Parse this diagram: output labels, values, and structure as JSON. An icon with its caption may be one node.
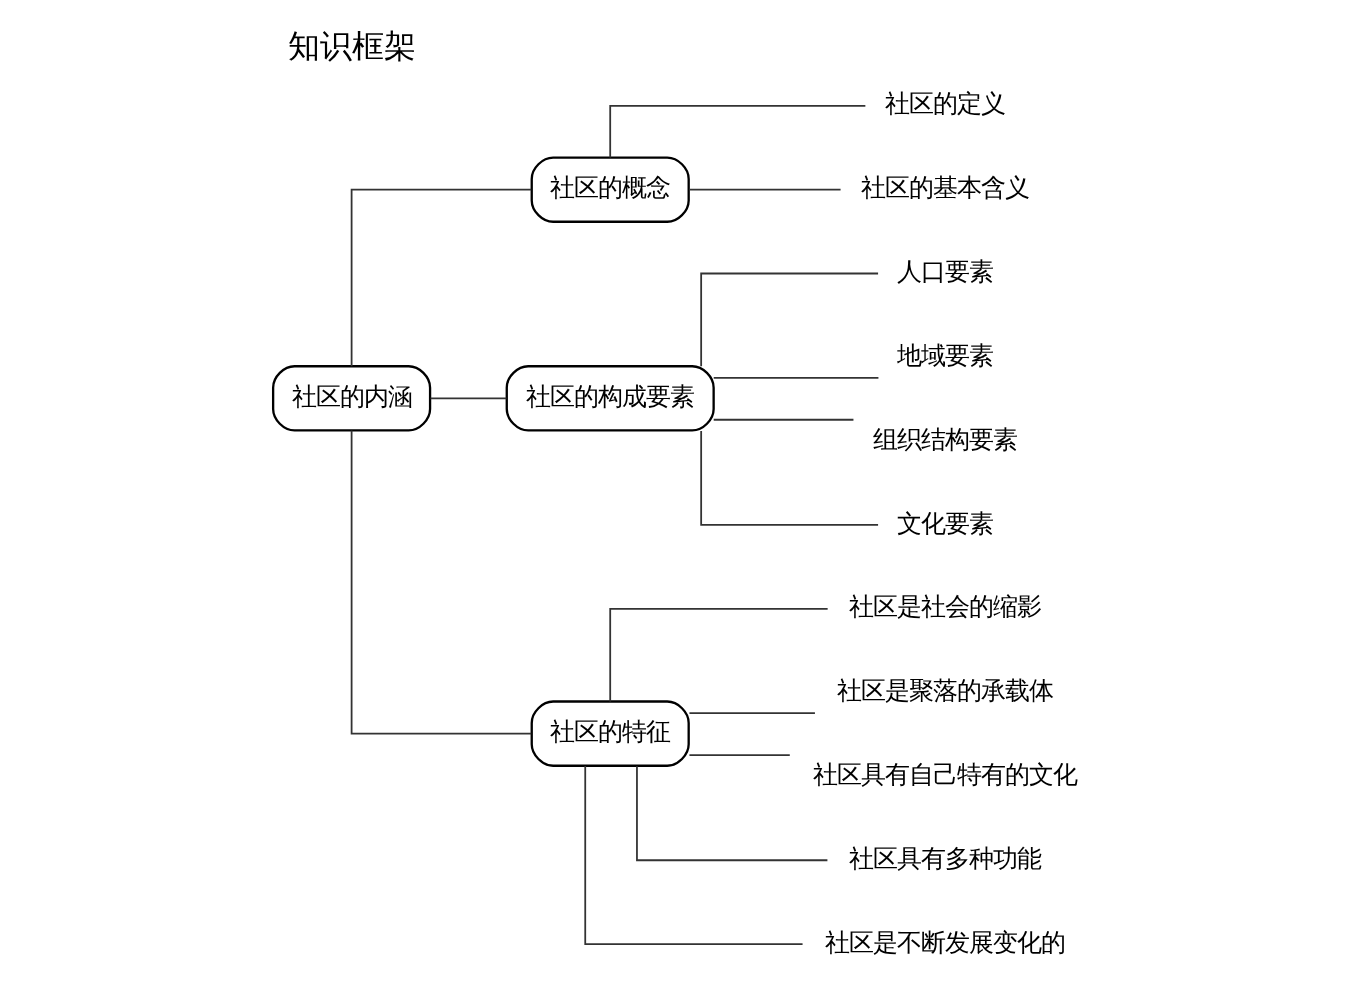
{
  "diagram": {
    "title": "知识框架",
    "nodes": [
      {
        "text": [
          "社区的内涵"
        ]
      },
      {
        "text": [
          "社区的概念"
        ]
      },
      {
        "text": [
          "社区的定义"
        ]
      },
      {
        "text": [
          "社区的基本含义"
        ]
      },
      {
        "text": [
          "社区的构成要素"
        ]
      },
      {
        "text": [
          "人口要素"
        ]
      },
      {
        "text": [
          "地域要素"
        ]
      },
      {
        "text": [
          "组织结构要素"
        ]
      },
      {
        "text": [
          "文化要素"
        ]
      },
      {
        "text": [
          "社区的特征"
        ]
      },
      {
        "text": [
          "社区是社会的缩影"
        ]
      },
      {
        "text": [
          "社区是聚落的承载体"
        ]
      },
      {
        "text": [
          "社区具有自己特有的文化"
        ]
      },
      {
        "text": [
          "社区具有多种功能"
        ]
      },
      {
        "text": [
          "社区是不断发展变化的"
        ]
      }
    ],
    "edges": [
      {
        "from": 0,
        "to": 1,
        "arrow": "none"
      },
      {
        "from": 0,
        "to": 4,
        "arrow": "none"
      },
      {
        "from": 0,
        "to": 9,
        "arrow": "none"
      },
      {
        "from": 1,
        "to": 2,
        "arrow": "none"
      },
      {
        "from": 1,
        "to": 3,
        "arrow": "none"
      },
      {
        "from": 4,
        "to": 5,
        "arrow": "none"
      },
      {
        "from": 4,
        "to": 6,
        "arrow": "none"
      },
      {
        "from": 4,
        "to": 7,
        "arrow": "none"
      },
      {
        "from": 4,
        "to": 8,
        "arrow": "none"
      },
      {
        "from": 9,
        "to": 10,
        "arrow": "none"
      },
      {
        "from": 9,
        "to": 11,
        "arrow": "none"
      },
      {
        "from": 9,
        "to": 12,
        "arrow": "none"
      },
      {
        "from": 9,
        "to": 13,
        "arrow": "none"
      },
      {
        "from": 9,
        "to": 14,
        "arrow": "none"
      }
    ]
  }
}
